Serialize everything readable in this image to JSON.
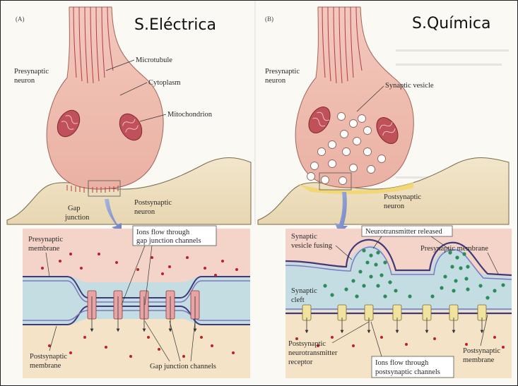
{
  "titles": {
    "electric": "S.Eléctrica",
    "chemical": "S.Química"
  },
  "panels": {
    "a_tag": "(A)",
    "b_tag": "(B)"
  },
  "electrical": {
    "presynaptic_neuron": [
      "Presynaptic",
      "neuron"
    ],
    "microtubule": "Microtubule",
    "cytoplasm": "Cytoplasm",
    "mitochondrion": "Mitochondrion",
    "postsynaptic_neuron": [
      "Postsynaptic",
      "neuron"
    ],
    "gap_junction": [
      "Gap",
      "junction"
    ],
    "ions_flow": [
      "Ions flow through",
      "gap junction channels"
    ],
    "presynaptic_membrane": [
      "Presynaptic",
      "membrane"
    ],
    "postsynaptic_membrane": [
      "Postsynaptic",
      "membrane"
    ],
    "gap_junction_channels": "Gap junction channels"
  },
  "chemical": {
    "presynaptic_neuron": [
      "Presynaptic",
      "neuron"
    ],
    "synaptic_vesicle": "Synaptic vesicle",
    "postsynaptic_neuron": [
      "Postsynaptic",
      "neuron"
    ],
    "vesicle_fusing": [
      "Synaptic",
      "vesicle fusing"
    ],
    "neurotransmitter_released": "Neurotransmitter released",
    "presynaptic_membrane": "Presynaptic membrane",
    "synaptic_cleft": [
      "Synaptic",
      "cleft"
    ],
    "receptor": [
      "Postsynaptic",
      "neurotransmitter",
      "receptor"
    ],
    "ions_flow": [
      "Ions flow through",
      "postsynaptic channels"
    ],
    "postsynaptic_membrane": [
      "Postsynaptic",
      "membrane"
    ]
  },
  "colors": {
    "neuron_pink": "#f1c2b6",
    "axon_red": "#c04a56",
    "cleft_blue": "#c3dde3",
    "membrane_purple": "#3f3a7a",
    "postsyn_tan": "#f4e3c6",
    "ion_red": "#b8222e",
    "nt_green": "#2e8b57",
    "arrow_blue": "#7f90c8"
  }
}
